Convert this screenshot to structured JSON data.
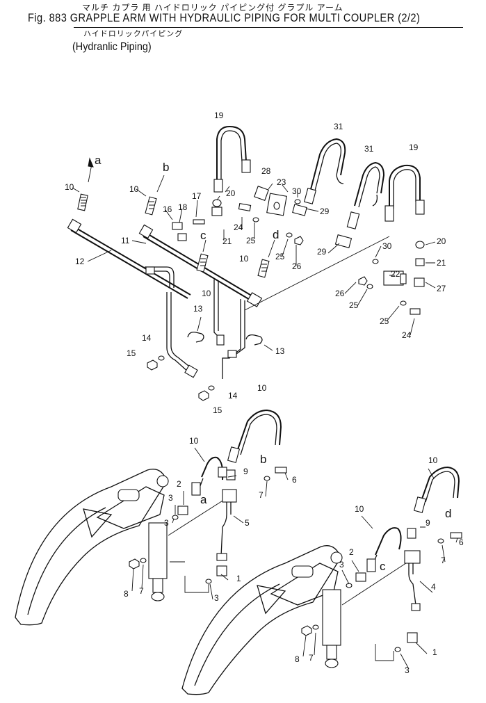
{
  "header": {
    "jp_title": "マルチ カプラ 用 ハイドロリック パイピング付 グラプル アーム",
    "fig_title": "Fig. 883 GRAPPLE ARM WITH HYDRAULIC PIPING FOR MULTI COUPLER (2/2)",
    "jp_subtitle": "ハイドロリックパイピング",
    "subtitle": "(Hydranlic Piping)"
  },
  "callouts": [
    "a",
    "b",
    "c",
    "d",
    "1",
    "2",
    "3",
    "4",
    "5",
    "6",
    "7",
    "8",
    "9",
    "10",
    "11",
    "12",
    "13",
    "14",
    "15",
    "16",
    "17",
    "18",
    "19",
    "20",
    "21",
    "22",
    "23",
    "24",
    "25",
    "26",
    "27",
    "28",
    "29",
    "30",
    "31"
  ]
}
